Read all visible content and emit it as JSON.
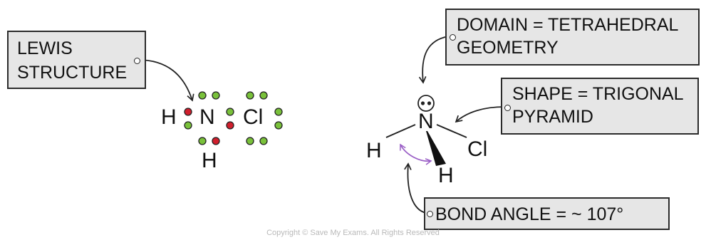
{
  "labels": {
    "lewis": [
      "LEWIS",
      "STRUCTURE"
    ],
    "domain": [
      "DOMAIN = TETRAHEDRAL",
      "GEOMETRY"
    ],
    "shape": [
      "SHAPE = TRIGONAL",
      "PYRAMID"
    ],
    "angle": "BOND  ANGLE = ~ 107°"
  },
  "lewis_structure": {
    "atoms": [
      "H",
      "N",
      "Cl",
      "H"
    ]
  },
  "molecule_3d": {
    "central": "N",
    "left": "H",
    "right": "Cl",
    "front": "H"
  },
  "copyright": "Copyright © Save My Exams. All Rights Reserved",
  "colors": {
    "bonding_electron": "#d01f2d",
    "lone_pair_electron": "#79c13a",
    "angle_arrow": "#9a5fc6",
    "tag_fill": "#e6e6e6"
  }
}
